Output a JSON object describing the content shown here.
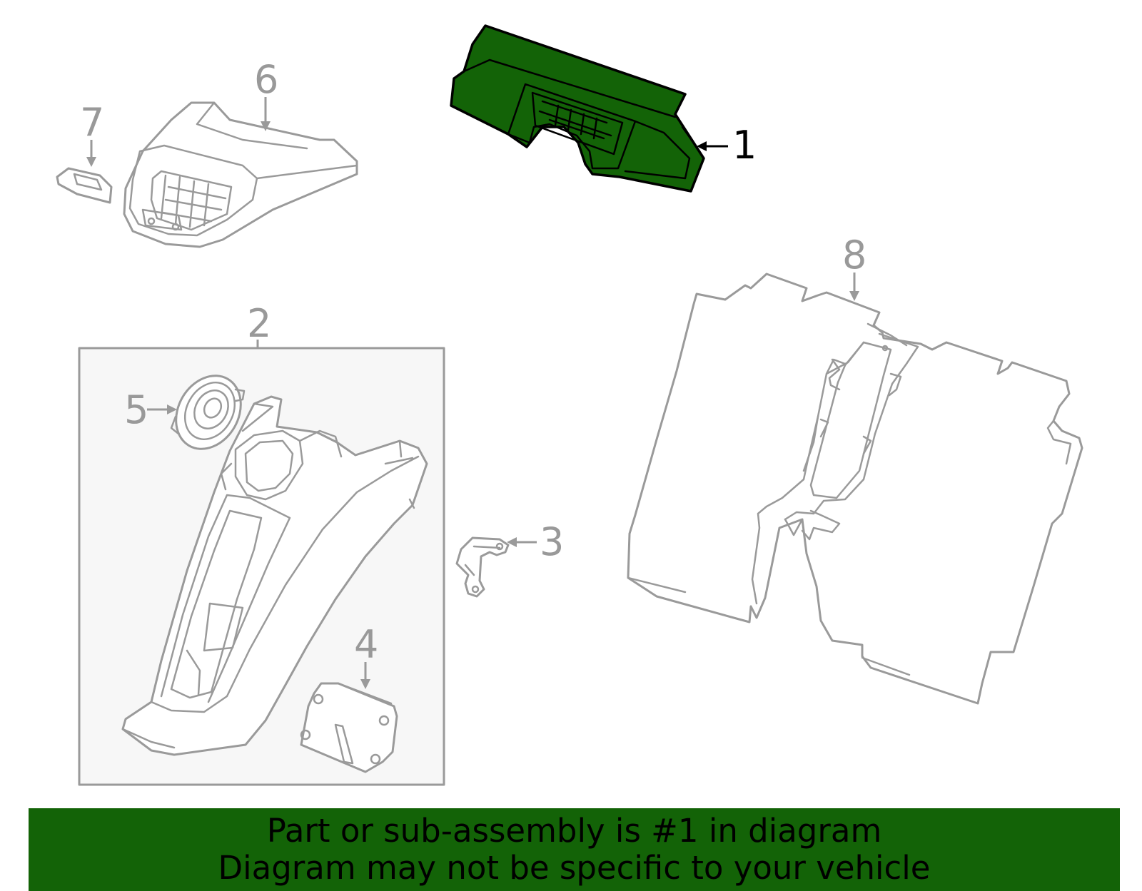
{
  "callouts": {
    "c1": "1",
    "c2": "2",
    "c3": "3",
    "c4": "4",
    "c5": "5",
    "c6": "6",
    "c7": "7",
    "c8": "8"
  },
  "highlight": {
    "part_number": "1",
    "fill_color": "#136307"
  },
  "banner": {
    "line1": "Part or sub-assembly is #1 in diagram",
    "line2": "Diagram may not be specific to your vehicle",
    "background_color": "#136307"
  }
}
